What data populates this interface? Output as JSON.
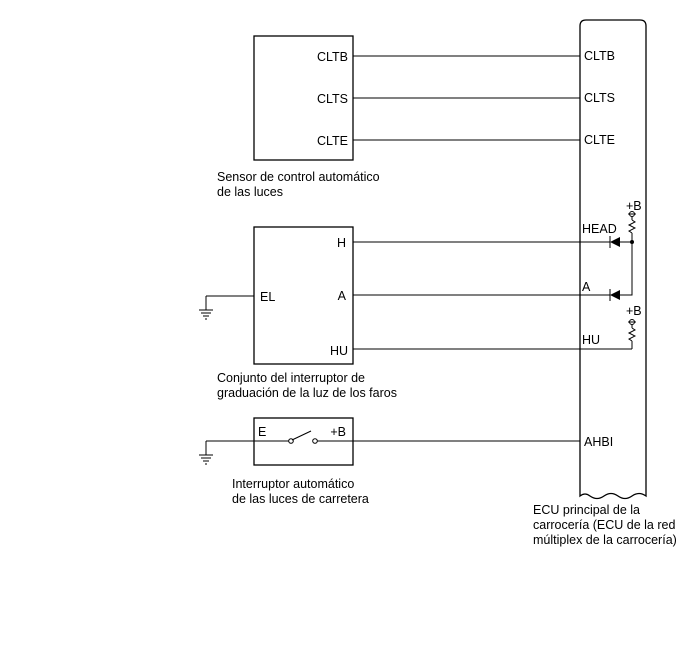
{
  "sensor": {
    "pins": [
      "CLTB",
      "CLTS",
      "CLTE"
    ],
    "caption": [
      "Sensor de control automático",
      "de las luces"
    ]
  },
  "dimmer_switch": {
    "pins": {
      "el": "EL",
      "h": "H",
      "a": "A",
      "hu": "HU"
    },
    "caption": [
      "Conjunto del interruptor de",
      "graduación de la luz de los faros"
    ]
  },
  "high_beam_switch": {
    "pins": {
      "e": "E",
      "b": "+B"
    },
    "caption": [
      "Interruptor automático",
      "de las luces de carretera"
    ]
  },
  "ecu": {
    "pins": {
      "cltb": "CLTB",
      "clts": "CLTS",
      "clte": "CLTE",
      "head": "HEAD",
      "a": "A",
      "hu": "HU",
      "ahbi": "AHBI"
    },
    "supply_label": "+B",
    "caption": [
      "ECU principal de la",
      "carrocería (ECU de la red",
      "múltiplex de la carrocería)"
    ]
  }
}
